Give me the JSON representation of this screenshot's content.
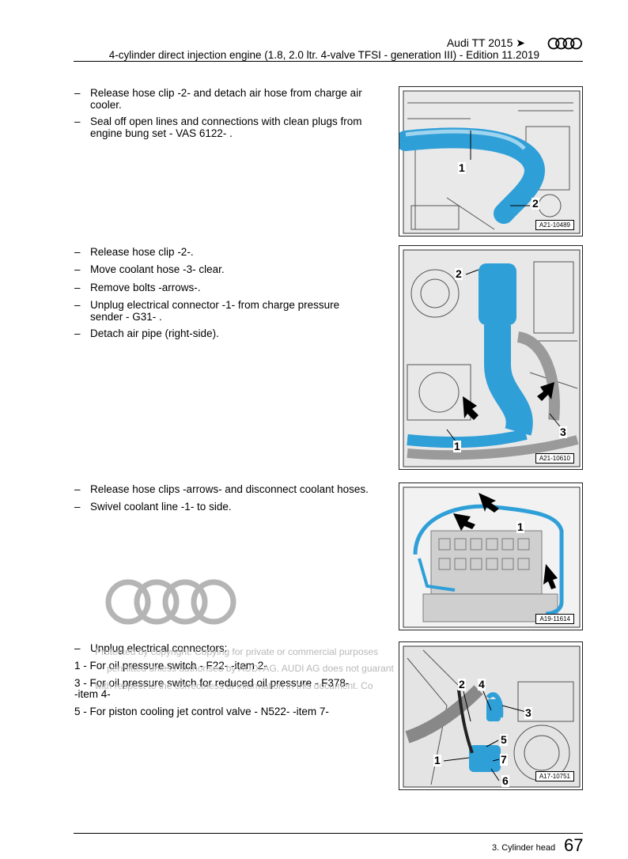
{
  "header": {
    "title": "Audi TT 2015 ➤",
    "subtitle": "4-cylinder direct injection engine (1.8, 2.0 ltr. 4-valve TFSI - generation III) - Edition 11.2019"
  },
  "section1": {
    "steps": [
      "Release hose clip -2- and detach air hose from charge air cooler.",
      "Seal off open lines and connections with clean plugs from engine bung set - VAS 6122- ."
    ],
    "figure": {
      "ref": "A21-10489",
      "callouts": [
        "1",
        "2"
      ]
    }
  },
  "section2": {
    "steps": [
      "Release hose clip -2-.",
      "Move coolant hose -3- clear.",
      "Remove bolts -arrows-.",
      "Unplug electrical connector -1- from charge pressure sender - G31- .",
      "Detach air pipe (right-side)."
    ],
    "figure": {
      "ref": "A21-10610",
      "callouts": [
        "1",
        "2",
        "3"
      ]
    }
  },
  "section3": {
    "steps": [
      "Release hose clips -arrows- and disconnect coolant hoses.",
      "Swivel coolant line -1- to side."
    ],
    "figure": {
      "ref": "A19-11614",
      "callouts": [
        "1"
      ]
    }
  },
  "section4": {
    "step": "Unplug electrical connectors:",
    "items": [
      "1 - For oil pressure switch - F22- -item 2-",
      "3 - For oil pressure switch for reduced oil pressure - F378-",
      "-item 4-",
      "5 - For piston cooling jet control valve - N522- -item 7-"
    ],
    "figure": {
      "ref": "A17-10751",
      "callouts": [
        "1",
        "2",
        "3",
        "4",
        "5",
        "6",
        "7"
      ]
    }
  },
  "watermark": {
    "line1": "Protected by copyright. Copying for private or commercial purposes",
    "line2": "permitted unless authorised by AUDI AG. AUDI AG does not guarant",
    "line3": "with respect to the correctness of information in this document. Co"
  },
  "footer": {
    "section": "3. Cylinder head",
    "page": "67"
  },
  "colors": {
    "highlight_blue": "#2f9fd8",
    "line": "#000000",
    "watermark": "#b8b8b8"
  },
  "icons": [
    "audi-rings-logo",
    "audi-rings-watermark",
    "arrow-pointer-icon"
  ]
}
